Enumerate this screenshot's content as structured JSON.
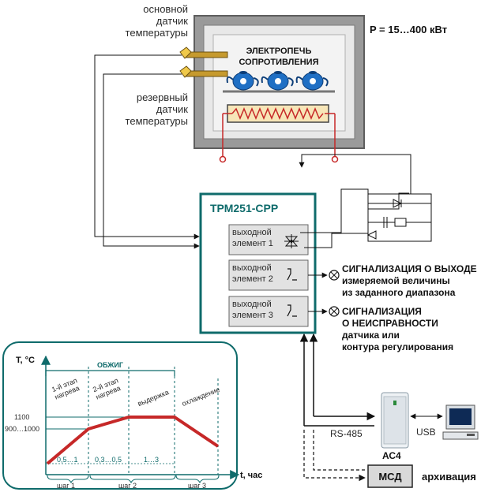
{
  "sensors": {
    "main_label": [
      "основной",
      "датчик",
      "температуры"
    ],
    "reserve_label": [
      "резервный",
      "датчик",
      "температуры"
    ]
  },
  "furnace": {
    "title_line1": "ЭЛЕКТРОПЕЧЬ",
    "title_line2": "СОПРОТИВЛЕНИЯ",
    "power": "P = 15…400 кВт"
  },
  "controller": {
    "name": "ТРМ251-СРР",
    "out1": [
      "выходной",
      "элемент 1"
    ],
    "out2": [
      "выходной",
      "элемент 2"
    ],
    "out3": [
      "выходной",
      "элемент 3"
    ]
  },
  "signals": {
    "range": [
      "СИГНАЛИЗАЦИЯ О ВЫХОДЕ",
      "измеряемой величины",
      "из заданного диапазона"
    ],
    "fault": [
      "СИГНАЛИЗАЦИЯ",
      "О НЕИСПРАВНОСТИ",
      "датчика или",
      "контура регулирования"
    ]
  },
  "network": {
    "rs485": "RS-485",
    "usb": "USB",
    "converter": "АС4",
    "msd": "МСД",
    "archive": "архивация"
  },
  "graph": {
    "y_axis": "T, °C",
    "x_axis": "t, час",
    "process": "ОБЖИГ",
    "phases": [
      "1-й этап нагрева",
      "2-й этап нагрева",
      "выдержка",
      "охлаждение"
    ],
    "y_ticks": [
      "1100",
      "900…1000"
    ],
    "durations": [
      "0,5…1",
      "0,3…0,5",
      "1…3"
    ],
    "steps": [
      "шаг 1",
      "шаг 2",
      "шаг 3"
    ]
  },
  "colors": {
    "teal": "#0f6b6b",
    "red": "#c62828",
    "furnace_frame": "#8a8a8a",
    "furnace_fill": "#e6e6e6",
    "output_box": "#e2e2e2"
  }
}
